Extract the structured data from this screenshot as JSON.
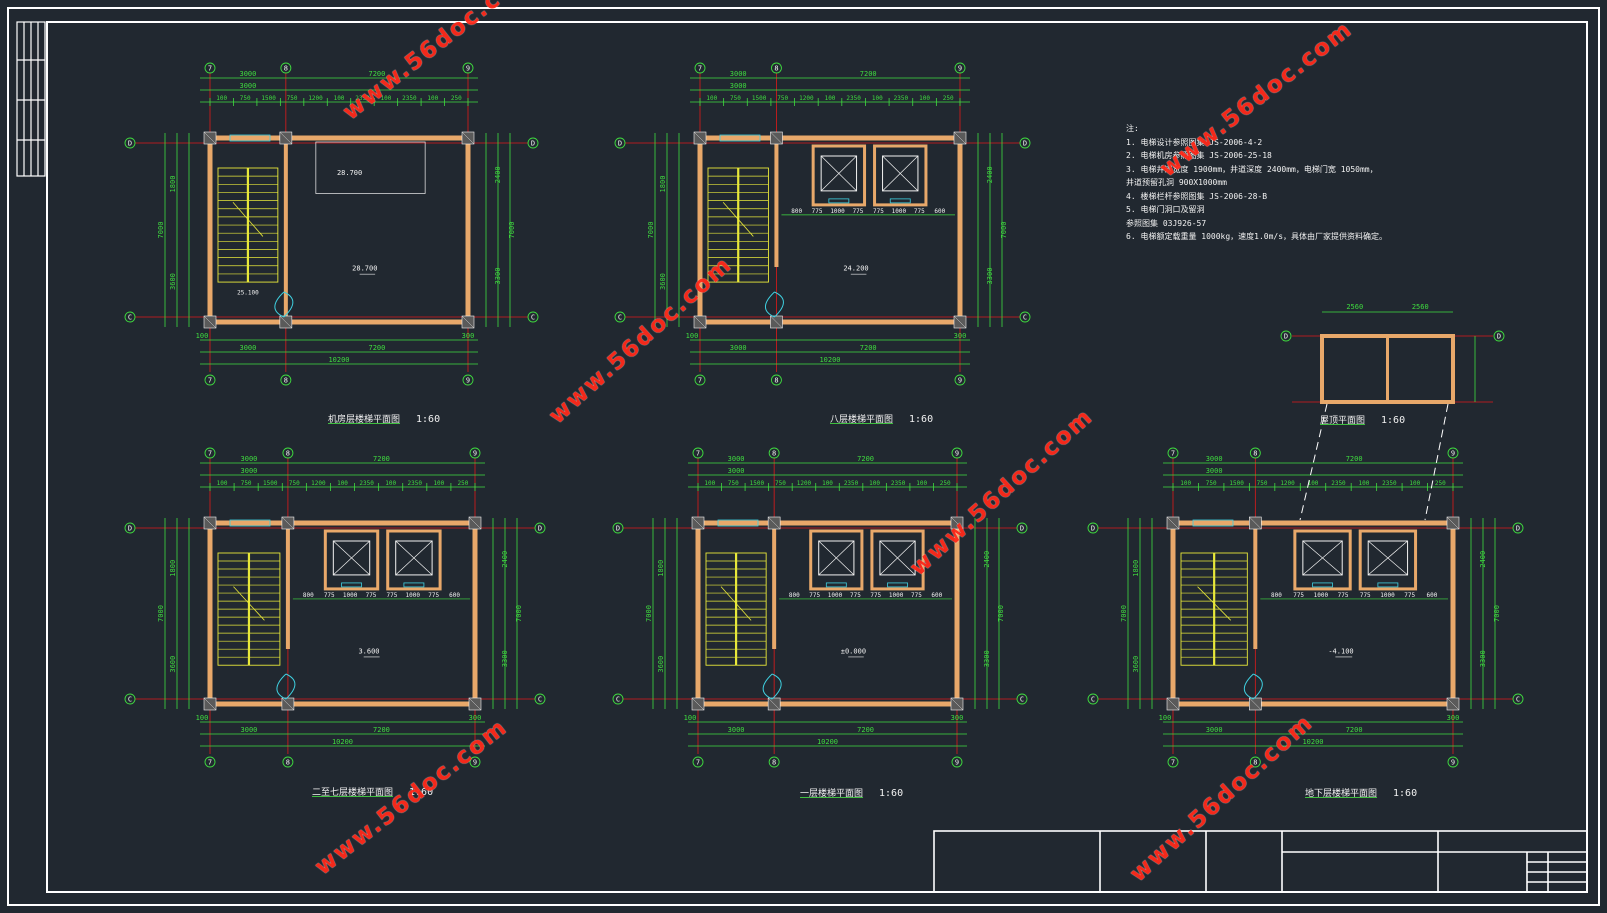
{
  "watermark": "www.56doc.com",
  "notes": {
    "title": "注:",
    "items": [
      "1. 电梯设计参照图集 JS-2006-4-2",
      "2. 电梯机房参照图集 JS-2006-25-18",
      "3. 电梯井道宽度 1900mm，井道深度 2400mm，电梯门宽 1050mm，",
      "   井道预留孔洞 900X1000mm",
      "4. 楼梯栏杆参照图集 JS-2006-28-B",
      "5. 电梯门洞口及留洞",
      "   参照图集 03J926-57",
      "6. 电梯额定载重量 1000kg，速度1.0m/s，具体由厂家提供资料确定。"
    ]
  },
  "plans": [
    {
      "name": "机房层楼梯平面图",
      "scale": "1:60"
    },
    {
      "name": "八层楼梯平面图",
      "scale": "1:60"
    },
    {
      "name": "二至七层楼梯平面图",
      "scale": "1:60"
    },
    {
      "name": "一层楼梯平面图",
      "scale": "1:60"
    },
    {
      "name": "地下层楼梯平面图",
      "scale": "1:60"
    },
    {
      "name": "屋顶平面图",
      "scale": "1:60"
    }
  ],
  "dims": {
    "total": "10200",
    "left_bay": "3000",
    "right_bay": "7200",
    "depth": "7000",
    "offset": "100",
    "offset2": "300",
    "elev_machine": "28.700",
    "elev_machine2": "25.100",
    "elev_eighth": "24.200",
    "elev_typical": "3.600",
    "elev_first": "±0.000",
    "elev_base": "-4.100",
    "roof_w": "2560"
  },
  "axes": {
    "x": [
      "7",
      "8",
      "9"
    ],
    "y": [
      "D",
      "C"
    ]
  },
  "colors": {
    "bg": "#212830",
    "border": "#ffffff",
    "dim": "#3fdc3f",
    "wall": "#e8a86a",
    "axis_line": "#e01a1a",
    "stair": "#e8e83a",
    "door": "#3fd0e0",
    "text": "#f2f2f2",
    "watermark": "#ff2a1a"
  }
}
